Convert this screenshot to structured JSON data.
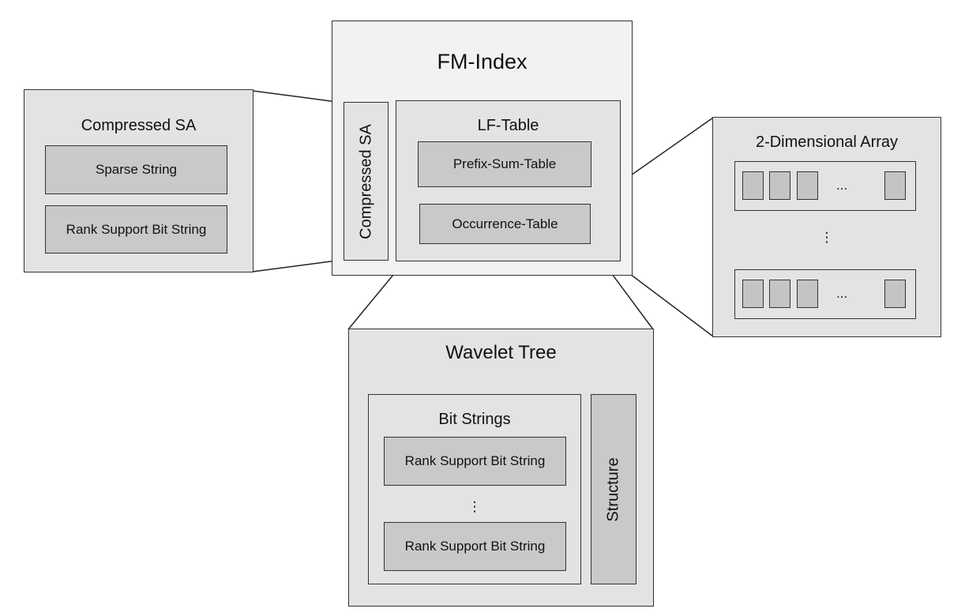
{
  "fm_index": {
    "title": "FM-Index",
    "compressed_sa_label": "Compressed SA",
    "lf_table": {
      "title": "LF-Table",
      "prefix_sum": "Prefix-Sum-Table",
      "occurrence": "Occurrence-Table"
    }
  },
  "compressed_sa": {
    "title": "Compressed SA",
    "sparse": "Sparse String",
    "rank": "Rank Support Bit String"
  },
  "array": {
    "title": "2-Dimensional Array",
    "ellipsis_h": "...",
    "ellipsis_v": "⋮"
  },
  "wavelet": {
    "title": "Wavelet Tree",
    "bit_strings": {
      "title": "Bit Strings",
      "rank_top": "Rank Support Bit String",
      "ellipsis_v": "⋮",
      "rank_bottom": "Rank Support Bit String"
    },
    "structure": "Structure"
  },
  "colors": {
    "outline": "#333333",
    "level1": "#f2f2f2",
    "level2": "#e3e3e3",
    "level3": "#c9c9c9"
  }
}
